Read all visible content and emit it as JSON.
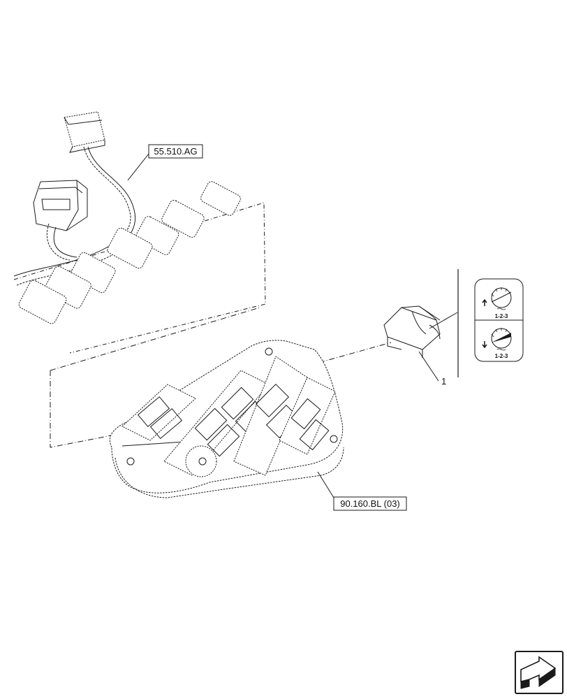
{
  "callouts": {
    "harness_ref": "55.510.AG",
    "console_ref": "90.160.BL (03)",
    "item_number": "1"
  },
  "symbol_panel": {
    "upper_caption": "1-2-3",
    "lower_caption": "1-2-3",
    "upper_arrow": "up-arrow-icon",
    "lower_arrow": "down-arrow-icon"
  },
  "nav": {
    "icon": "next-page-arrow-icon"
  },
  "colors": {
    "line": "#1a1a1a",
    "background": "#ffffff"
  }
}
